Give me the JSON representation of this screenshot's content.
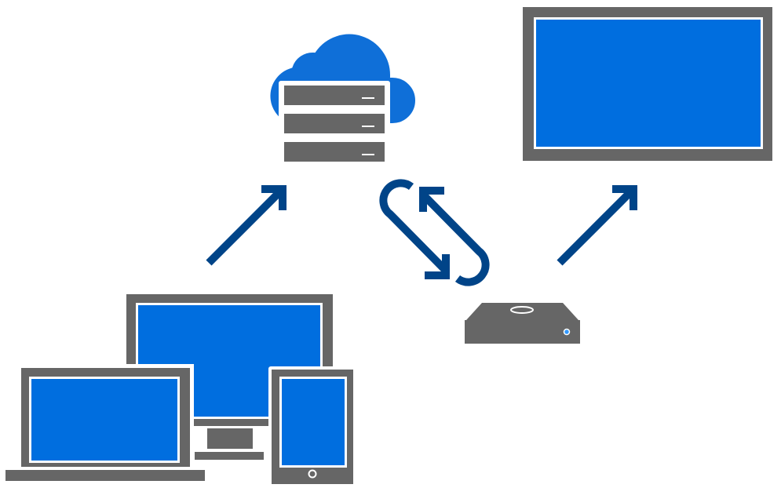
{
  "colors": {
    "device_frame": "#666666",
    "screen": "#006edf",
    "cloud": "#0f6fd8",
    "arrow": "#004488",
    "outline": "#ffffff",
    "background": "#ffffff"
  },
  "nodes": [
    {
      "id": "cloud-storage",
      "icon": "cloud-server-icon"
    },
    {
      "id": "large-display",
      "icon": "tv-display-icon"
    },
    {
      "id": "media-box",
      "icon": "set-top-box-icon"
    },
    {
      "id": "client-devices",
      "icons": [
        "laptop-icon",
        "desktop-monitor-icon",
        "tablet-icon"
      ]
    }
  ],
  "connections": [
    {
      "from": "client-devices",
      "to": "cloud-storage",
      "type": "one-way"
    },
    {
      "from": "cloud-storage",
      "to": "media-box",
      "type": "two-way-sync"
    },
    {
      "from": "media-box",
      "to": "large-display",
      "type": "one-way"
    }
  ]
}
